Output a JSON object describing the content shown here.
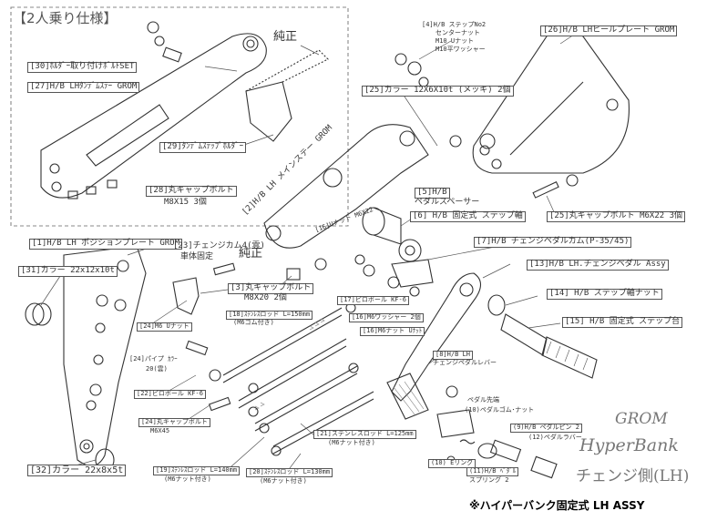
{
  "title": "【2人乗り仕様】",
  "labels": {
    "p30": "[30]ﾎﾙﾀﾞｰ取り付けﾎﾞﾙﾄSET",
    "p27": "[27]H/B LHﾀﾝﾃﾞﾑｽﾃｰ GROM",
    "junsei1": "純正",
    "p29": "[29]ﾀﾝﾃﾞﾑｽﾃｯﾌﾟﾎﾙﾀﾞｰ",
    "p28a": "[28]丸キャップボルト",
    "p28b": "M8X15 3個",
    "p4a": "[4]H/B ステップNo2",
    "p4b": "センターナット",
    "p4c": "M10 Uナット",
    "p4d": "M10平ワッシャー",
    "p26": "[26]H/B LHヒールプレート GROM",
    "p25collar": "[25]カラー 12X6X10t (メッキ) 2個",
    "p2": "[2]H/B LH メインステー GROM",
    "p5a": "[5]H/B",
    "p5b": "ペダルスペーサー",
    "p6": "[6] H/B 固定式 ステップ軸",
    "p25bolt": "[25]丸キャップボルト M6X22 3個",
    "p16nut": "[16]Uナット M6X22",
    "p7": "[7]H/B チェンジペダルカム(P-35/45)",
    "p1": "[1]H/B LH ポジションプレート GROM",
    "p23a": "[23]チェンジカム4(雲)",
    "p23b": "車体固定",
    "junsei2": "純正",
    "p3a": "[3]丸キャップボルト",
    "p3b": "M8X20 2個",
    "p13": "[13]H/B LH.チェンジペダル Assy",
    "p31": "[31]カラー 22x12x10t",
    "p14": "[14] H/B ステップ軸ナット",
    "p17": "[17]ピロボール KF-6",
    "p18a": "[18]ｽﾃﾝﾚｽロッド L=150mm",
    "p18b": "(M6ゴム付き)",
    "p16w": "[16]M6ワッシャー 2個",
    "p16u": "[16]M6ナット Uﾅｯﾄ",
    "p24a": "[24]M6 Uナット",
    "p15": "[15] H/B 固定式 ステップ台",
    "p24b1": "[24]パイプ ｶﾗｰ",
    "p24b2": "20(雲)",
    "p8a": "[8]H/B LH",
    "p8b": "チェンジペダルレバー",
    "p22": "[22]ピロボール KF-6",
    "pedal1": "ペダル先端",
    "pedal2": "(10)ペダルゴム･ナット",
    "p9a": "(9)H/B ペダルピン 2",
    "p9b": "(12)ペダルラバー",
    "p24c1": "[24]丸キャップボルト",
    "p24c2": "M6X45",
    "p21a": "[21]ステンレスロッド L=125mm",
    "p21b": "(M6ナット付き)",
    "p10": "(10) Eリング",
    "p11a": "(11)H/B ﾍﾟﾀﾞﾙ",
    "p11b": "スプリング 2",
    "p19a": "[19]ｽﾃﾝﾚｽロッド L=140mm",
    "p19b": "(M6ナット付き)",
    "p20a": "[20]ｽﾃﾝﾚｽロッド L=130mm",
    "p20b": "(M6ナット付き)",
    "p32": "[32]カラー 22x8x5t"
  },
  "brand": {
    "line1": "GROM",
    "line2": "HyperBank",
    "line3": "チェンジ側(LH)"
  },
  "footer": "※ハイパーバンク固定式 LH ASSY",
  "colors": {
    "ink": "#333333",
    "leader": "#555555",
    "paper": "#ffffff"
  }
}
